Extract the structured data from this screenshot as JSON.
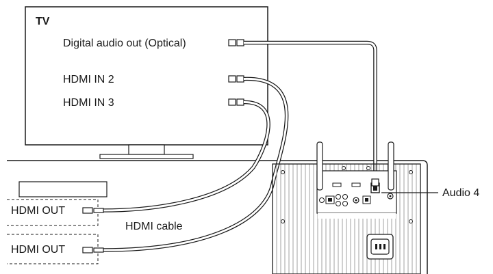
{
  "tv": {
    "title": "TV",
    "ports": {
      "optical": "Digital audio out (Optical)",
      "hdmi2": "HDMI IN 2",
      "hdmi3": "HDMI IN 3"
    }
  },
  "sources": {
    "hdmi_out_1": "HDMI OUT",
    "hdmi_out_2": "HDMI OUT"
  },
  "cable_label": "HDMI cable",
  "speaker": {
    "input_label": "Audio 4"
  },
  "colors": {
    "line": "#1a1a1a",
    "panel_fill": "#ffffff",
    "grille": "#9a9a9a"
  }
}
